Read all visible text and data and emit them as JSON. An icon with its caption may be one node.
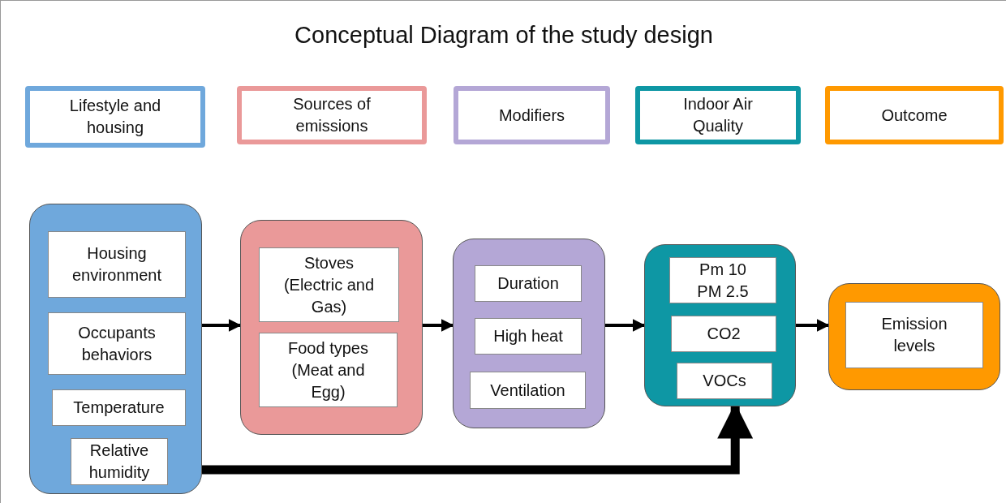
{
  "diagram": {
    "title": "Conceptual Diagram of the study design",
    "nodes": [
      {
        "text": [
          "Lifestyle and housing"
        ]
      },
      {
        "text": [
          "Sources of emissions"
        ]
      },
      {
        "text": [
          "Modifiers"
        ]
      },
      {
        "text": [
          "Indoor Air Quality"
        ]
      },
      {
        "text": [
          "Outcome"
        ]
      },
      {
        "text": [],
        "shape": "box"
      },
      {
        "text": [
          "Housing environment"
        ],
        "in": 5
      },
      {
        "text": [
          "Occupants behaviors"
        ],
        "in": 5
      },
      {
        "text": [
          "Temperature"
        ],
        "in": 5
      },
      {
        "text": [
          "Relative humidity"
        ],
        "in": 5
      },
      {
        "text": [],
        "shape": "box"
      },
      {
        "text": [
          "Stoves (Electric and Gas)"
        ],
        "in": 10
      },
      {
        "text": [
          "Food types (Meat and Egg)"
        ],
        "in": 10
      },
      {
        "text": [],
        "shape": "box"
      },
      {
        "text": [
          "Duration"
        ],
        "in": 13
      },
      {
        "text": [
          "High heat"
        ],
        "in": 13
      },
      {
        "text": [
          "Ventilation"
        ],
        "in": 13
      },
      {
        "text": [],
        "shape": "box"
      },
      {
        "text": [
          "Pm 10 PM 2.5"
        ],
        "in": 17
      },
      {
        "text": [
          "CO2"
        ],
        "in": 17
      },
      {
        "text": [
          "VOCs"
        ],
        "in": 17
      },
      {
        "text": [],
        "shape": "box"
      },
      {
        "text": [
          "Emission levels"
        ],
        "in": 21
      }
    ],
    "edges": [
      {
        "from": 5,
        "to": 10,
        "arrow": "to"
      },
      {
        "from": 10,
        "to": 13,
        "arrow": "to"
      },
      {
        "from": 13,
        "to": 17,
        "arrow": "to"
      },
      {
        "from": 17,
        "to": 21,
        "arrow": "to"
      },
      {
        "from": 5,
        "to": 17,
        "arrow": "to",
        "style": "thick"
      }
    ]
  }
}
